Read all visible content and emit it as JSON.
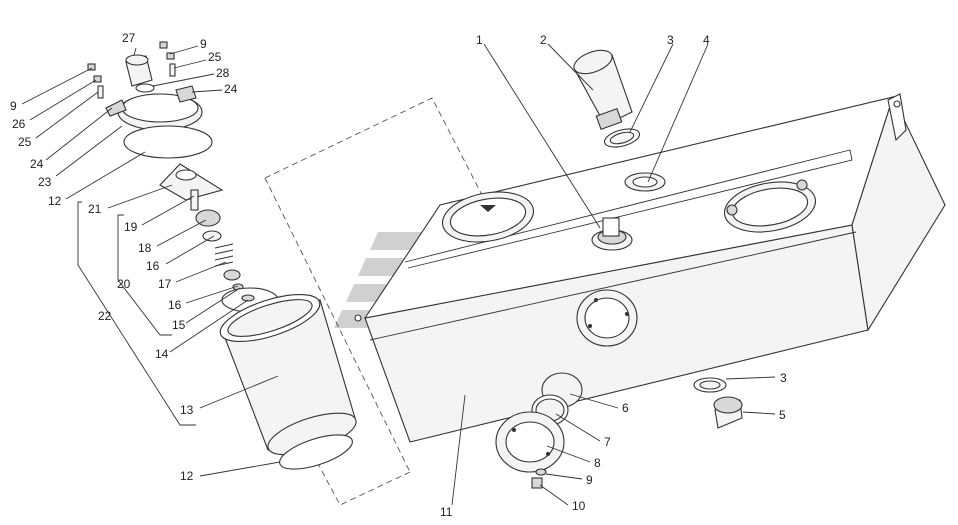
{
  "callouts": [
    {
      "id": "c1",
      "text": "1"
    },
    {
      "id": "c2",
      "text": "2"
    },
    {
      "id": "c3a",
      "text": "3"
    },
    {
      "id": "c4",
      "text": "4"
    },
    {
      "id": "c3b",
      "text": "3"
    },
    {
      "id": "c5",
      "text": "5"
    },
    {
      "id": "c6",
      "text": "6"
    },
    {
      "id": "c7",
      "text": "7"
    },
    {
      "id": "c8",
      "text": "8"
    },
    {
      "id": "c9b",
      "text": "9"
    },
    {
      "id": "c10",
      "text": "10"
    },
    {
      "id": "c11",
      "text": "11"
    },
    {
      "id": "c12b",
      "text": "12"
    },
    {
      "id": "c13",
      "text": "13"
    },
    {
      "id": "c14",
      "text": "14"
    },
    {
      "id": "c15",
      "text": "15"
    },
    {
      "id": "c16b",
      "text": "16"
    },
    {
      "id": "c17",
      "text": "17"
    },
    {
      "id": "c16a",
      "text": "16"
    },
    {
      "id": "c20",
      "text": "20"
    },
    {
      "id": "c18",
      "text": "18"
    },
    {
      "id": "c19",
      "text": "19"
    },
    {
      "id": "c22",
      "text": "22"
    },
    {
      "id": "c21",
      "text": "21"
    },
    {
      "id": "c12a",
      "text": "12"
    },
    {
      "id": "c23",
      "text": "23"
    },
    {
      "id": "c24a",
      "text": "24"
    },
    {
      "id": "c25a",
      "text": "25"
    },
    {
      "id": "c26",
      "text": "26"
    },
    {
      "id": "c9a",
      "text": "9"
    },
    {
      "id": "c27",
      "text": "27"
    },
    {
      "id": "c9c",
      "text": "9"
    },
    {
      "id": "c25b",
      "text": "25"
    },
    {
      "id": "c28",
      "text": "28"
    },
    {
      "id": "c24b",
      "text": "24"
    }
  ],
  "colors": {
    "line": "#333333",
    "watermark": "#c8c8c8",
    "background": "#ffffff"
  }
}
